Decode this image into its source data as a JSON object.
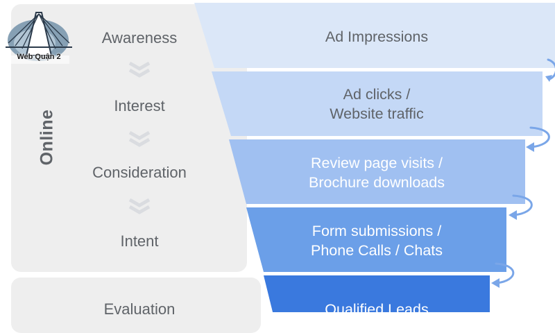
{
  "logo": {
    "text": "Web Quận 2"
  },
  "panel_label": "Online",
  "stages": [
    "Awareness",
    "Interest",
    "Consideration",
    "Intent",
    "Evaluation"
  ],
  "funnel": [
    {
      "lines": [
        "Ad Impressions"
      ],
      "color": "#dbe7f8",
      "text_color": "#5f6368"
    },
    {
      "lines": [
        "Ad clicks /",
        "Website traffic"
      ],
      "color": "#c4d8f6",
      "text_color": "#5f6368"
    },
    {
      "lines": [
        "Review page visits /",
        "Brochure downloads"
      ],
      "color": "#a0c0f1",
      "text_color": "#ffffff"
    },
    {
      "lines": [
        "Form submissions /",
        "Phone Calls / Chats"
      ],
      "color": "#6b9fe8",
      "text_color": "#ffffff"
    },
    {
      "lines": [
        "Qualified Leads"
      ],
      "color": "#3a79de",
      "text_color": "#ffffff"
    }
  ],
  "colors": {
    "panel": "#eeeeee",
    "chevron": "#dadce0",
    "arrow": "#7aa6e8"
  }
}
